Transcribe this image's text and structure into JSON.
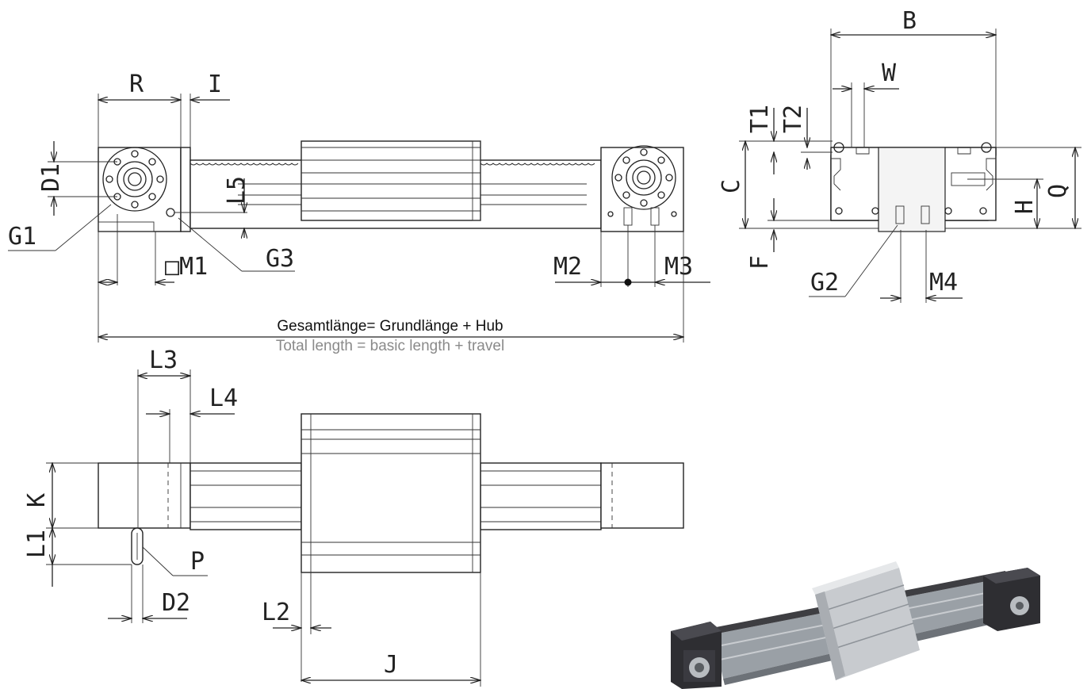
{
  "labels": {
    "R": "R",
    "I": "I",
    "D1": "D1",
    "G1": "G1",
    "L5": "L5",
    "G3": "G3",
    "M1": "□M1",
    "M2": "M2",
    "M3": "M3",
    "B": "B",
    "W": "W",
    "T1": "T1",
    "T2": "T2",
    "C": "C",
    "H": "H",
    "Q": "Q",
    "F": "F",
    "G2": "G2",
    "M4": "M4",
    "L3": "L3",
    "L4": "L4",
    "K": "K",
    "L1": "L1",
    "P": "P",
    "D2": "D2",
    "L2": "L2",
    "J": "J"
  },
  "caption": {
    "de": "Gesamtlänge= Grundlänge + Hub",
    "en": "Total length = basic length + travel"
  }
}
